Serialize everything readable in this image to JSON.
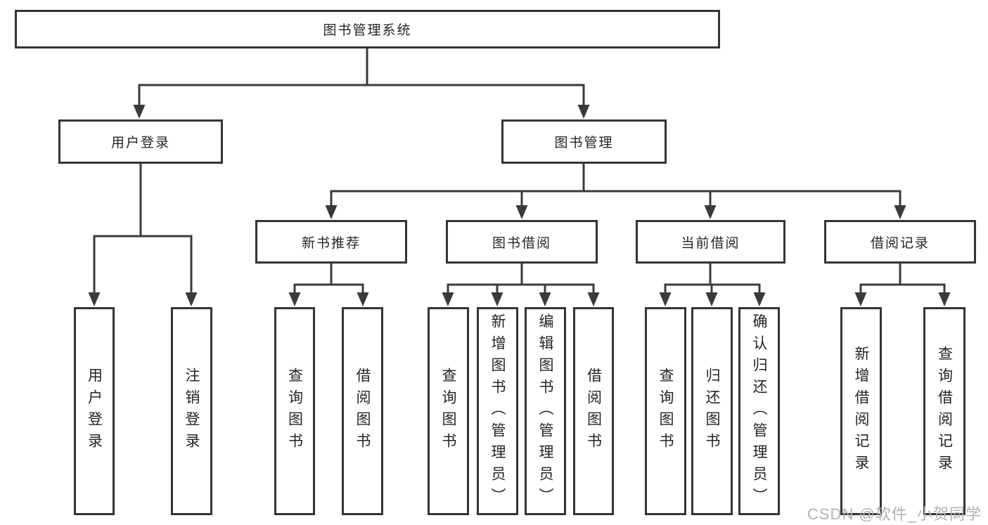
{
  "diagram": {
    "type": "hierarchy-tree",
    "root": {
      "label": "图书管理系统"
    },
    "level2": [
      {
        "id": "user-login",
        "label": "用户登录",
        "parent": "图书管理系统"
      },
      {
        "id": "book-management",
        "label": "图书管理",
        "parent": "图书管理系统"
      }
    ],
    "level3": [
      {
        "id": "new-book-recommend",
        "label": "新书推荐",
        "parent": "图书管理"
      },
      {
        "id": "book-borrow",
        "label": "图书借阅",
        "parent": "图书管理"
      },
      {
        "id": "current-borrow",
        "label": "当前借阅",
        "parent": "图书管理"
      },
      {
        "id": "borrow-record",
        "label": "借阅记录",
        "parent": "图书管理"
      }
    ],
    "leaves": {
      "user_login": [
        {
          "label": "用户登录"
        },
        {
          "label": "注销登录"
        }
      ],
      "new_book_recommend": [
        {
          "label": "查询图书"
        },
        {
          "label": "借阅图书"
        }
      ],
      "book_borrow": [
        {
          "label": "查询图书"
        },
        {
          "label": "新增图书（管理员）"
        },
        {
          "label": "编辑图书（管理员）"
        },
        {
          "label": "借阅图书"
        }
      ],
      "current_borrow": [
        {
          "label": "查询图书"
        },
        {
          "label": "归还图书"
        },
        {
          "label": "确认归还（管理员）"
        }
      ],
      "borrow_record": [
        {
          "label": "新增借阅记录"
        },
        {
          "label": "查询借阅记录"
        }
      ]
    }
  },
  "watermark": {
    "text": "CSDN @软件_小贺同学"
  },
  "colors": {
    "background": "#ffffff",
    "line": "#3a3a3a",
    "box_border": "#343434",
    "text": "#242424",
    "watermark": "#b1b1b1"
  }
}
